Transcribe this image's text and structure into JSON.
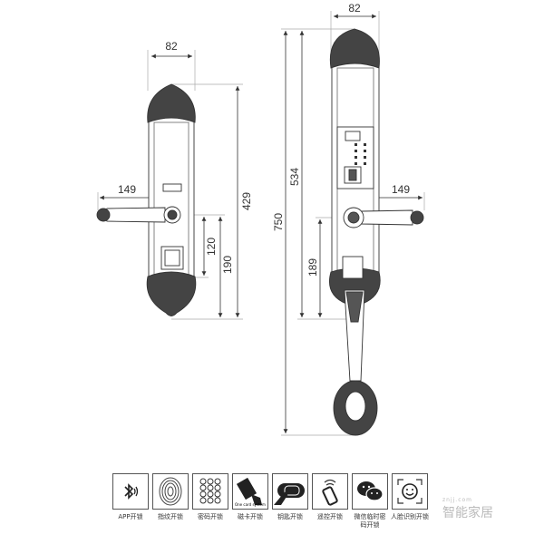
{
  "left_lock": {
    "dimensions": {
      "width": "82",
      "height": "429",
      "handle_length": "149",
      "handle_to_square": "120",
      "handle_to_bottom": "190"
    }
  },
  "right_lock": {
    "dimensions": {
      "width": "82",
      "plate_height": "534",
      "total_height": "750",
      "handle_length": "149",
      "handle_to_bottom": "189"
    }
  },
  "features": [
    {
      "icon": "bluetooth-icon",
      "label": "APP开锁"
    },
    {
      "icon": "fingerprint-icon",
      "label": "指纹开锁"
    },
    {
      "icon": "keypad-icon",
      "label": "密码开锁"
    },
    {
      "icon": "card-icon",
      "label": "磁卡开锁",
      "caption": "One card system"
    },
    {
      "icon": "key-icon",
      "label": "钥匙开锁"
    },
    {
      "icon": "remote-phone-icon",
      "label": "遥控开锁"
    },
    {
      "icon": "wechat-icon",
      "label": "微信临时密码开锁"
    },
    {
      "icon": "face-icon",
      "label": "人脸识别开锁"
    }
  ],
  "watermark": {
    "text": "智能家居",
    "subtext": "znjj.com"
  },
  "colors": {
    "line": "#333333",
    "ornament": "#555555"
  }
}
